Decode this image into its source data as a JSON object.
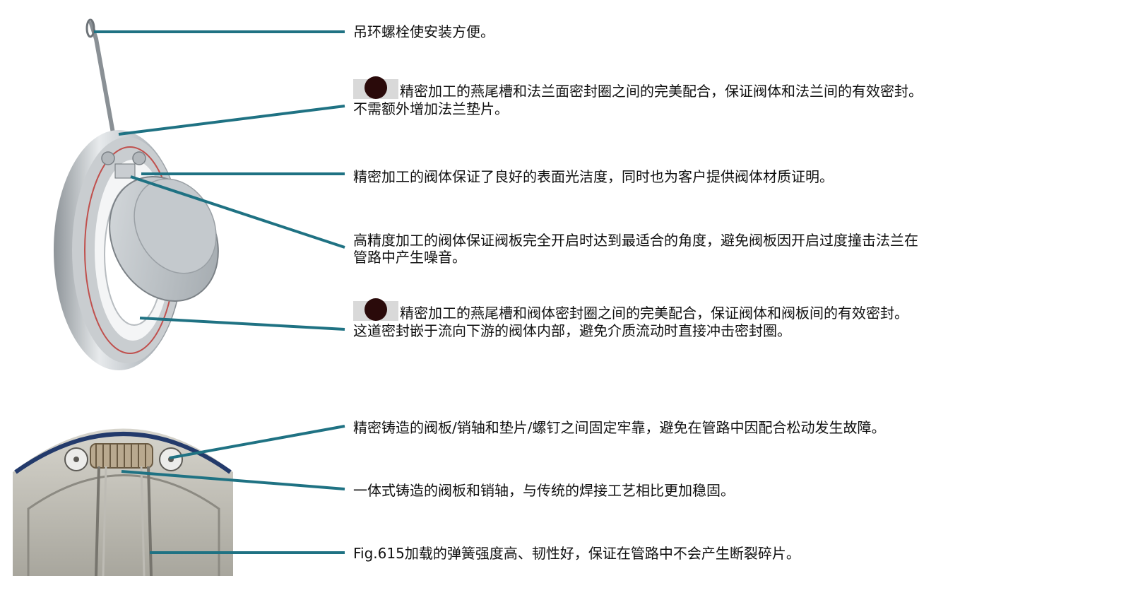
{
  "colors": {
    "leader": "#1f7283",
    "text": "#111111",
    "bullet_dot": "#2a0a0a",
    "bullet_bg": "#d9d9d9"
  },
  "callouts": [
    {
      "lines": [
        "吊环螺栓使安装方便。"
      ],
      "bullet": false
    },
    {
      "lines": [
        "精密加工的燕尾槽和法兰面密封圈之间的完美配合，保证阀体和法兰间的有效密封。",
        "不需额外增加法兰垫片。"
      ],
      "bullet": true
    },
    {
      "lines": [
        "精密加工的阀体保证了良好的表面光洁度，同时也为客户提供阀体材质证明。"
      ],
      "bullet": false
    },
    {
      "lines": [
        "高精度加工的阀体保证阀板完全开启时达到最适合的角度，避免阀板因开启过度撞击法兰在",
        "管路中产生噪音。"
      ],
      "bullet": false
    },
    {
      "lines": [
        "精密加工的燕尾槽和阀体密封圈之间的完美配合，保证阀体和阀板间的有效密封。",
        "这道密封嵌于流向下游的阀体内部，避免介质流动时直接冲击密封圈。"
      ],
      "bullet": true
    },
    {
      "lines": [
        "精密铸造的阀板/销轴和垫片/螺钉之间固定牢靠，避免在管路中因配合松动发生故障。"
      ],
      "bullet": false
    },
    {
      "lines": [
        "一体式铸造的阀板和销轴，与传统的焊接工艺相比更加稳固。"
      ],
      "bullet": false
    },
    {
      "lines": [
        "Fig.615加载的弹簧强度高、韧性好，保证在管路中不会产生断裂碎片。"
      ],
      "bullet": false
    }
  ]
}
